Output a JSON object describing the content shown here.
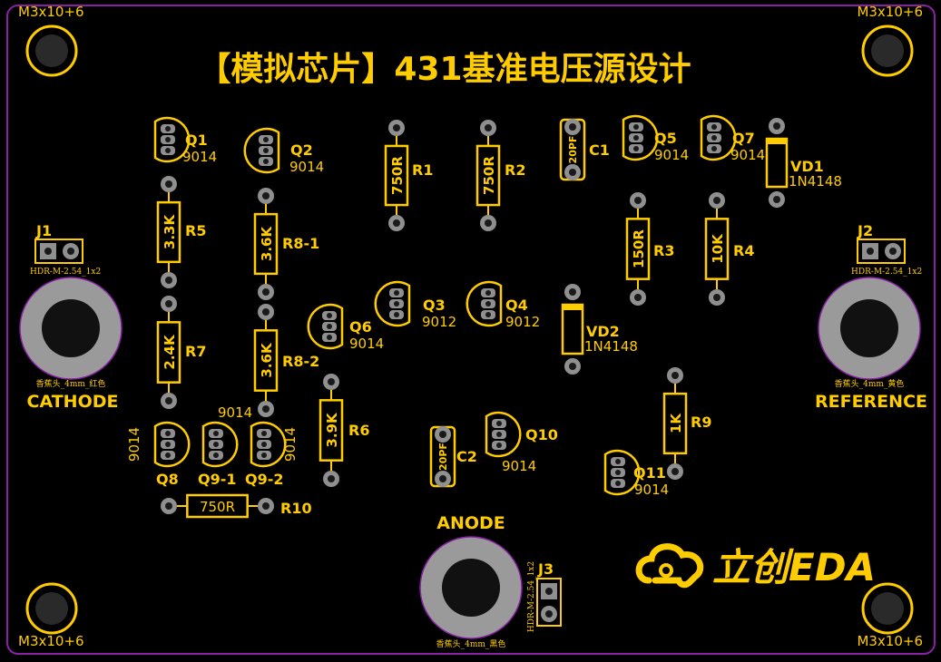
{
  "board": {
    "title": "【模拟芯片】431基准电压源设计",
    "brand": "立创EDA",
    "colors": {
      "background": "#000000",
      "outline": "#8b1fa8",
      "silkscreen": "#ffcc00",
      "pad": "#8f8f8f",
      "drill": "#1a1a1a",
      "banana": "#9a9a9a"
    }
  },
  "mount_holes": [
    {
      "label": "M3x10+6"
    },
    {
      "label": "M3x10+6"
    },
    {
      "label": "M3x10+6"
    },
    {
      "label": "M3x10+6"
    }
  ],
  "connectors": [
    {
      "ref": "J1",
      "footprint": "HDR-M-2.54_1x2"
    },
    {
      "ref": "J2",
      "footprint": "HDR-M-2.54_1x2"
    },
    {
      "ref": "J3",
      "footprint": "HDR-M-2.54_1x2"
    }
  ],
  "terminals": [
    {
      "name": "CATHODE",
      "footprint": "香蕉头_4mm_红色"
    },
    {
      "name": "REFERENCE",
      "footprint": "香蕉头_4mm_黄色"
    },
    {
      "name": "ANODE",
      "footprint": "香蕉头_4mm_黑色"
    }
  ],
  "resistors": [
    {
      "ref": "R1",
      "value": "750R"
    },
    {
      "ref": "R2",
      "value": "750R"
    },
    {
      "ref": "R3",
      "value": "150R"
    },
    {
      "ref": "R4",
      "value": "10K"
    },
    {
      "ref": "R5",
      "value": "3.3K"
    },
    {
      "ref": "R6",
      "value": "3.9K"
    },
    {
      "ref": "R7",
      "value": "2.4K"
    },
    {
      "ref": "R8-1",
      "value": "3.6K"
    },
    {
      "ref": "R8-2",
      "value": "3.6K"
    },
    {
      "ref": "R9",
      "value": "1K"
    },
    {
      "ref": "R10",
      "value": "750R"
    }
  ],
  "capacitors": [
    {
      "ref": "C1",
      "value": "20PF"
    },
    {
      "ref": "C2",
      "value": "20PF"
    }
  ],
  "diodes": [
    {
      "ref": "VD1",
      "value": "1N4148"
    },
    {
      "ref": "VD2",
      "value": "1N4148"
    }
  ],
  "transistors": [
    {
      "ref": "Q1",
      "value": "9014"
    },
    {
      "ref": "Q2",
      "value": "9014"
    },
    {
      "ref": "Q3",
      "value": "9012"
    },
    {
      "ref": "Q4",
      "value": "9012"
    },
    {
      "ref": "Q5",
      "value": "9014"
    },
    {
      "ref": "Q6",
      "value": "9014"
    },
    {
      "ref": "Q7",
      "value": "9014"
    },
    {
      "ref": "Q8",
      "value": "9014"
    },
    {
      "ref": "Q9-1",
      "value": "9014"
    },
    {
      "ref": "Q9-2",
      "value": "9014"
    },
    {
      "ref": "Q10",
      "value": "9014"
    },
    {
      "ref": "Q11",
      "value": "9014"
    }
  ]
}
